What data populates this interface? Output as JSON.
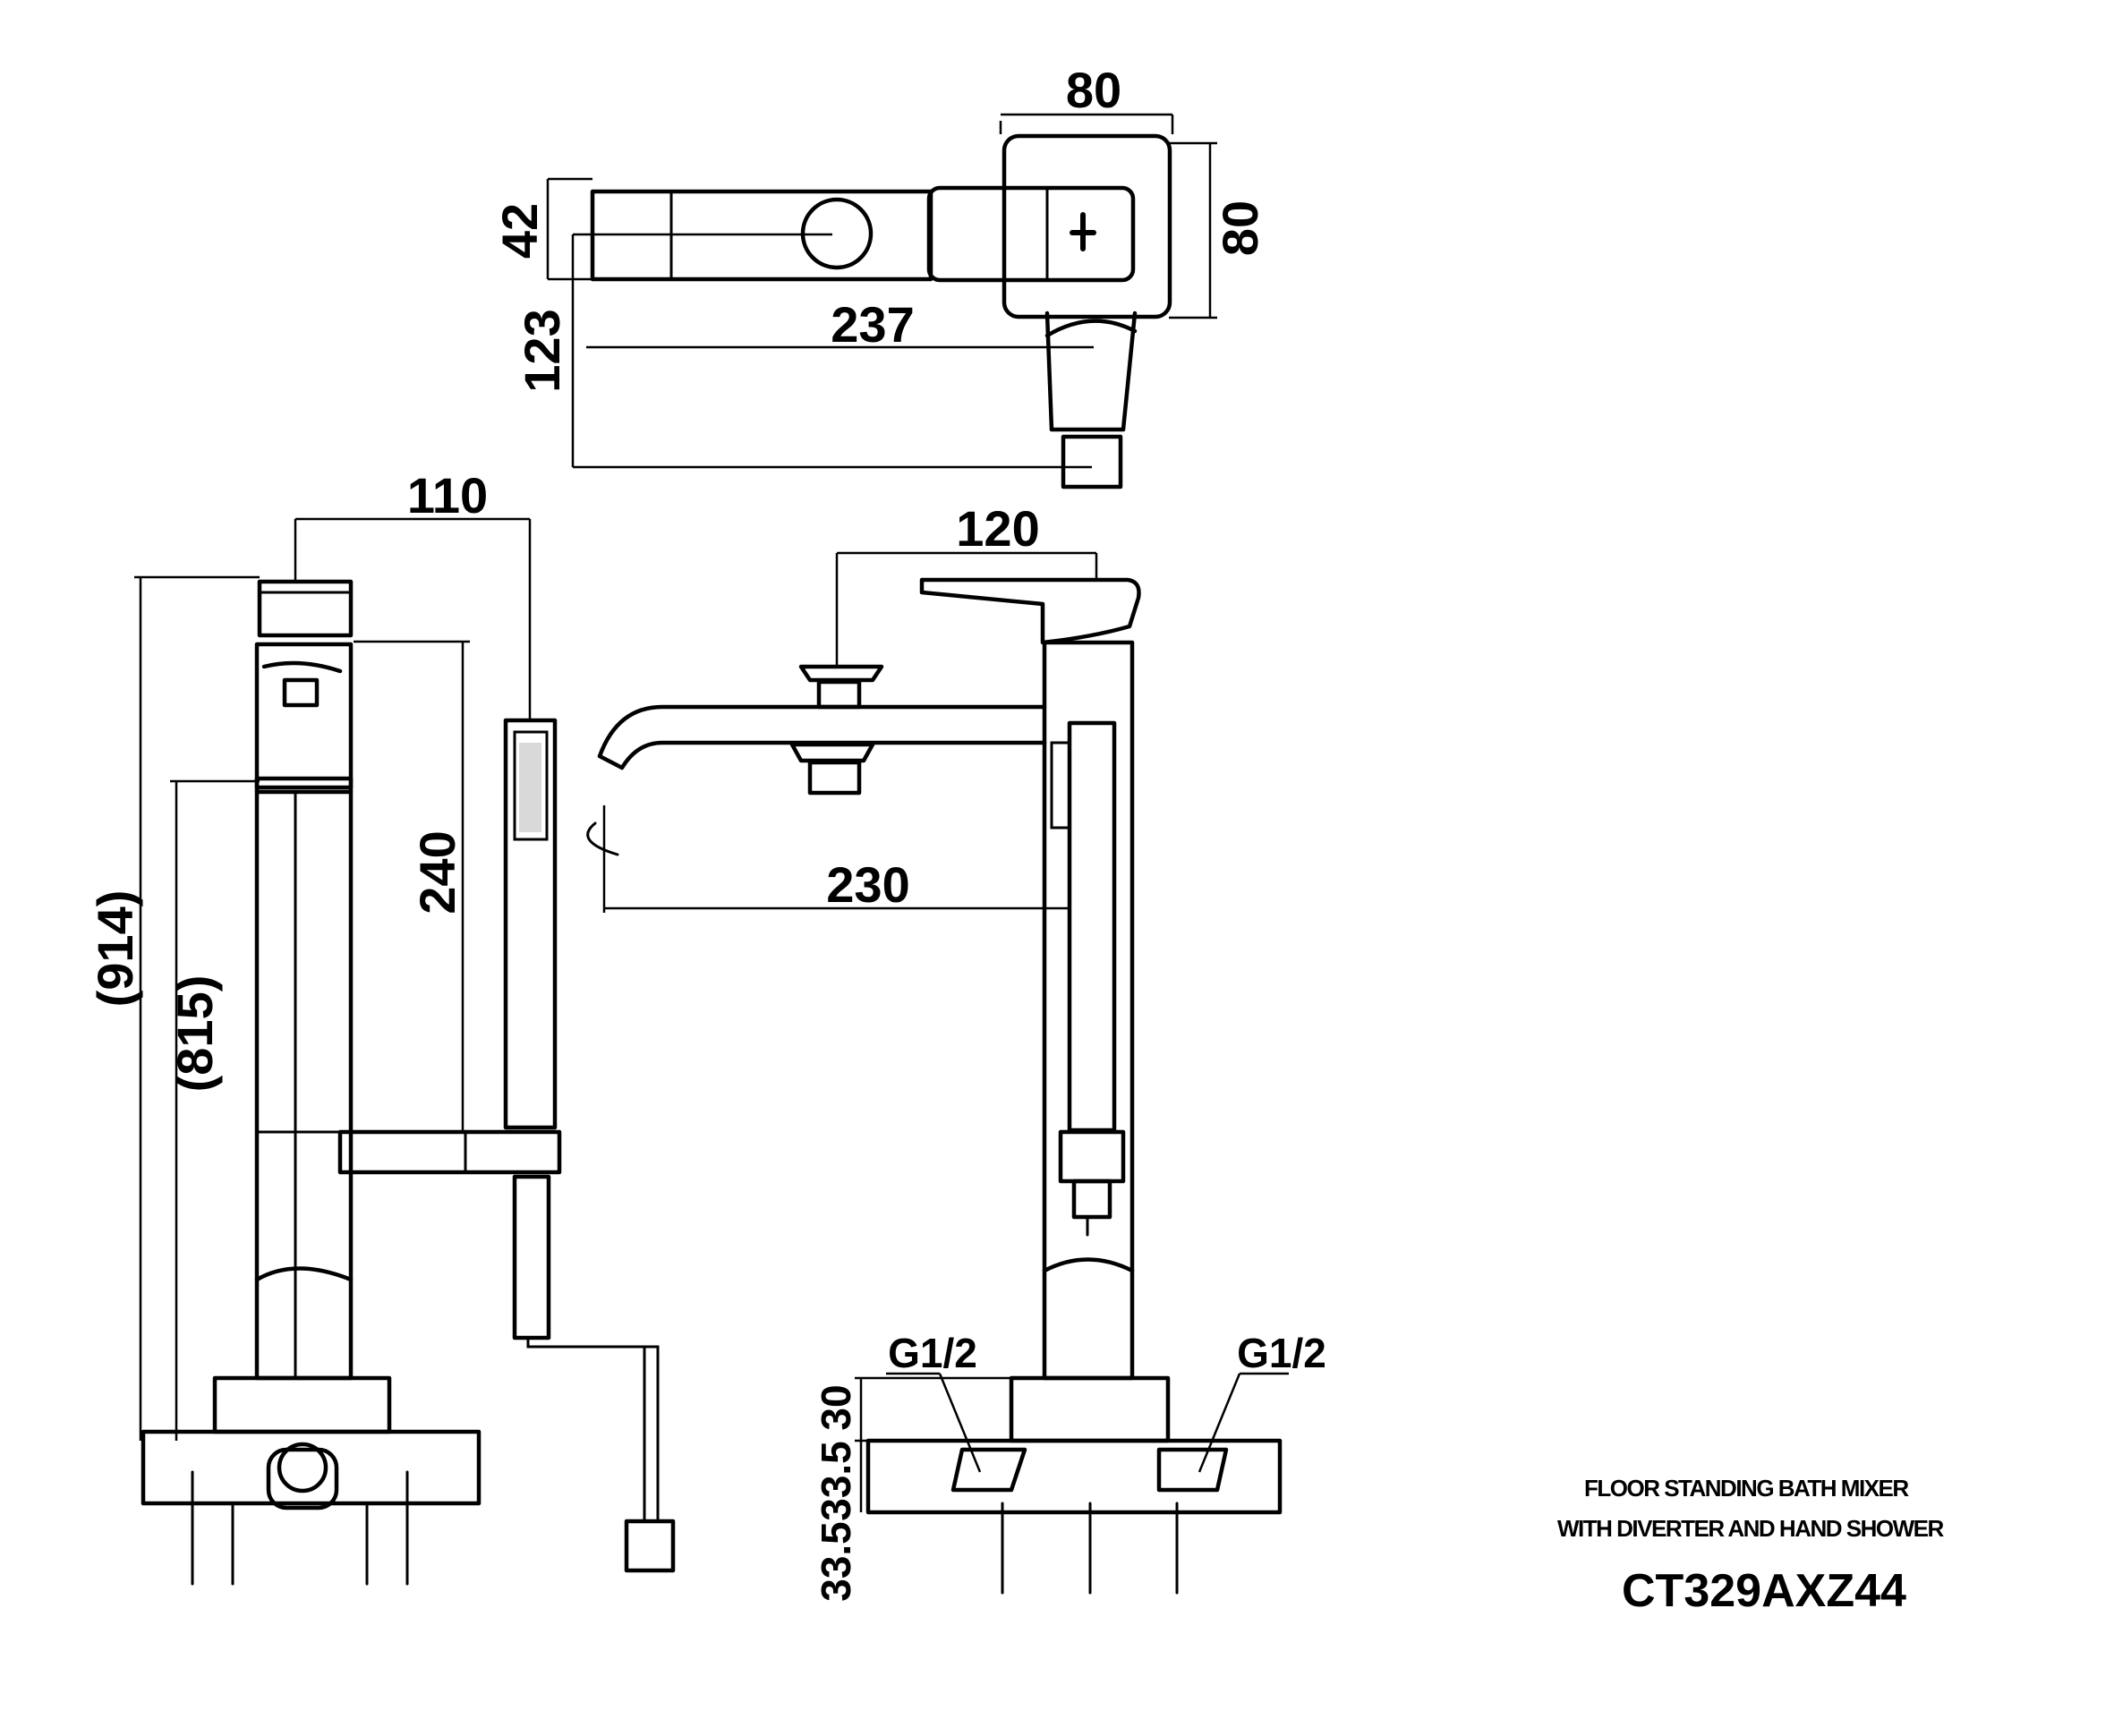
{
  "dimensions": {
    "top_width": "80",
    "top_height": "80",
    "top_depth_42": "42",
    "top_depth_123": "123",
    "top_length": "237",
    "side_110": "110",
    "side_914": "(914)",
    "side_815": "(815)",
    "side_240": "240",
    "front_120": "120",
    "front_230": "230",
    "front_30": "30",
    "front_33_5": "33.5",
    "front_33_5_lower": "33.5"
  },
  "connections": {
    "left": "G1/2",
    "right": "G1/2"
  },
  "title": {
    "line1": "FLOOR STANDING BATH MIXER",
    "line2": "WITH DIVERTER  AND HAND SHOWER",
    "model": "CT329AXZ44"
  }
}
